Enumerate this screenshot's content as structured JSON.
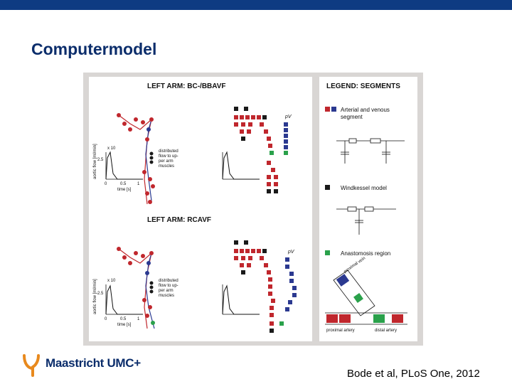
{
  "slide": {
    "title": "Computermodel",
    "citation": "Bode et al, PLoS One, 2012",
    "logo_text": "Maastricht UMC+"
  },
  "figure": {
    "panel_top_title": "LEFT ARM: BC-/BBAVF",
    "panel_bottom_title": "LEFT ARM: RCAVF",
    "legend_title": "LEGEND: SEGMENTS",
    "legend_arterial": "Arterial and venous",
    "legend_arterial_2": "segment",
    "legend_windkessel": "Windkessel model",
    "legend_anastomosis": "Anastomosis region",
    "y_axis_label": "aortic flow [ml/min]",
    "x_axis_label": "time [s]",
    "x10_label": "x 10",
    "y_tick_top": "2.5",
    "x_ticks": [
      "0",
      "0.5",
      "1"
    ],
    "distributed_1": "distributed",
    "distributed_2": "flow to up-",
    "distributed_3": "per arm",
    "distributed_4": "muscles",
    "pv_label": "pV",
    "proximal_vein": "proximal vein",
    "proximal_artery": "proximal artery",
    "distal_artery": "distal artery",
    "colors": {
      "arterial": "#c0272d",
      "venous": "#2b3990",
      "windkessel": "#1a1a1a",
      "anastomosis": "#2aa14b"
    }
  }
}
